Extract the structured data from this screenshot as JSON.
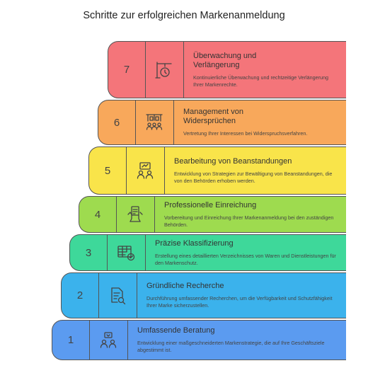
{
  "title": "Schritte zur erfolgreichen Markenanmeldung",
  "steps": [
    {
      "number": "1",
      "heading": "Umfassende Beratung",
      "description": "Entwicklung einer maßgeschneiderten Markenstrategie, die auf Ihre Geschäftsziele abgestimmt ist.",
      "color": "#5B9BF0",
      "icon": "advisor-icon"
    },
    {
      "number": "2",
      "heading": "Gründliche Recherche",
      "description": "Durchführung umfassender Recherchen, um die Verfügbarkeit und Schutzfähigkeit Ihrer Marke sicherzustellen.",
      "color": "#3BB2EC",
      "icon": "document-search-icon"
    },
    {
      "number": "3",
      "heading": "Präzise Klassifizierung",
      "description": "Erstellung eines detaillierten Verzeichnisses von Waren und Dienstleistungen für den Markenschutz.",
      "color": "#3ED89A",
      "icon": "table-check-icon"
    },
    {
      "number": "4",
      "heading": "Professionelle Einreichung",
      "description": "Vorbereitung und Einreichung Ihrer Markenanmeldung bei den zuständigen Behörden.",
      "color": "#9EDB4F",
      "icon": "hand-document-icon"
    },
    {
      "number": "5",
      "heading": "Bearbeitung von Beanstandungen",
      "description": "Entwicklung von Strategien zur Bewältigung von Beanstandungen, die von den Behörden erhoben werden.",
      "color": "#F9E44A",
      "icon": "team-strategy-icon"
    },
    {
      "number": "6",
      "heading": "Management von Widersprüchen",
      "description": "Vertretung Ihrer Interessen bei Widerspruchsverfahren.",
      "color": "#F8A85B",
      "icon": "courtroom-icon"
    },
    {
      "number": "7",
      "heading": "Überwachung und Verlängerung",
      "description": "Kontinuierliche Überwachung und rechtzeitige Verlängerung Ihrer Markenrechte.",
      "color": "#F4757A",
      "icon": "clock-sign-icon"
    }
  ]
}
